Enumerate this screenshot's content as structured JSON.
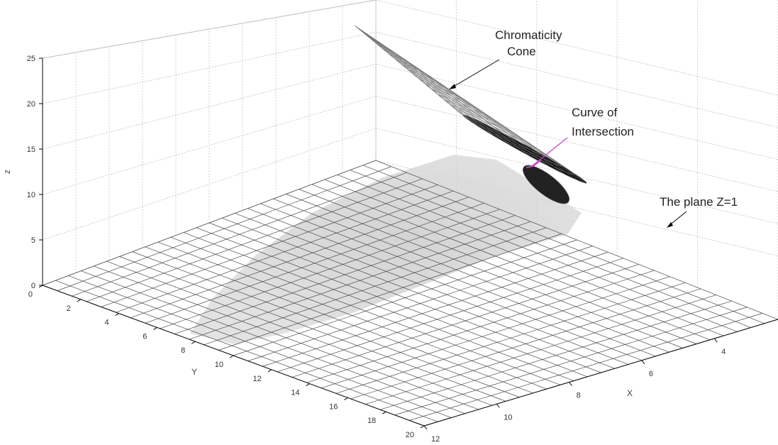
{
  "chart_data": {
    "type": "surface3d",
    "axes": {
      "x": {
        "label": "X",
        "ticks": [
          4,
          6,
          8,
          10,
          12
        ]
      },
      "y": {
        "label": "Y",
        "ticks": [
          0,
          2,
          4,
          6,
          8,
          10,
          12,
          14,
          16,
          18,
          20
        ]
      },
      "z": {
        "label": "z",
        "ticks": [
          0,
          5,
          10,
          15,
          20,
          25
        ],
        "zlim": [
          0,
          25
        ]
      }
    },
    "grid": true,
    "surfaces": [
      {
        "name": "Chromaticity Cone",
        "style": "mesh",
        "color": "#000000"
      },
      {
        "name": "The plane Z=1",
        "style": "mesh",
        "color": "#000000"
      },
      {
        "name": "Curve of Intersection",
        "style": "line",
        "color": "#cc44cc"
      }
    ],
    "annotations": [
      {
        "line1": "Chromaticity",
        "line2": "Cone"
      },
      {
        "line1": "Curve of",
        "line2": "Intersection"
      },
      {
        "line1": "The plane Z=1"
      }
    ]
  }
}
